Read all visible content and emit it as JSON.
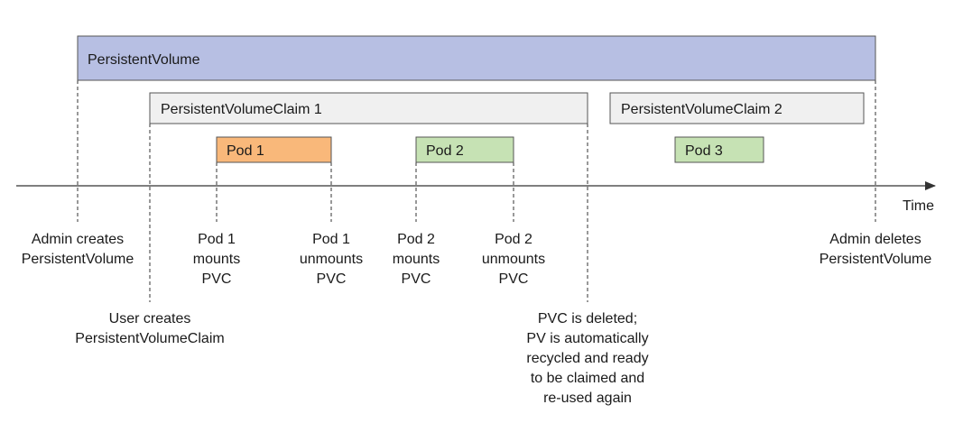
{
  "colors": {
    "persistent_volume_fill": "#b7bfe3",
    "claim_fill": "#f0f0f0",
    "pod1_fill": "#f9b87a",
    "pod2_fill": "#c6e2b4",
    "pod3_fill": "#c6e2b4",
    "line": "#333333"
  },
  "timeline": {
    "axis_label": "Time"
  },
  "boxes": {
    "persistent_volume": "PersistentVolume",
    "claim1": "PersistentVolumeClaim 1",
    "claim2": "PersistentVolumeClaim 2",
    "pod1": "Pod 1",
    "pod2": "Pod 2",
    "pod3": "Pod 3"
  },
  "events": [
    {
      "name": "admin-creates-pv",
      "lines": [
        "Admin creates",
        "PersistentVolume"
      ]
    },
    {
      "name": "user-creates-pvc",
      "lines": [
        "User creates",
        "PersistentVolumeClaim"
      ]
    },
    {
      "name": "pod1-mounts",
      "lines": [
        "Pod 1",
        "mounts",
        "PVC"
      ]
    },
    {
      "name": "pod1-unmounts",
      "lines": [
        "Pod 1",
        "unmounts",
        "PVC"
      ]
    },
    {
      "name": "pod2-mounts",
      "lines": [
        "Pod 2",
        "mounts",
        "PVC"
      ]
    },
    {
      "name": "pod2-unmounts",
      "lines": [
        "Pod 2",
        "unmounts",
        "PVC"
      ]
    },
    {
      "name": "pvc-deleted",
      "lines": [
        "PVC is deleted;",
        "PV is automatically",
        "recycled and ready",
        "to be claimed and",
        "re-used again"
      ]
    },
    {
      "name": "admin-deletes-pv",
      "lines": [
        "Admin deletes",
        "PersistentVolume"
      ]
    }
  ]
}
